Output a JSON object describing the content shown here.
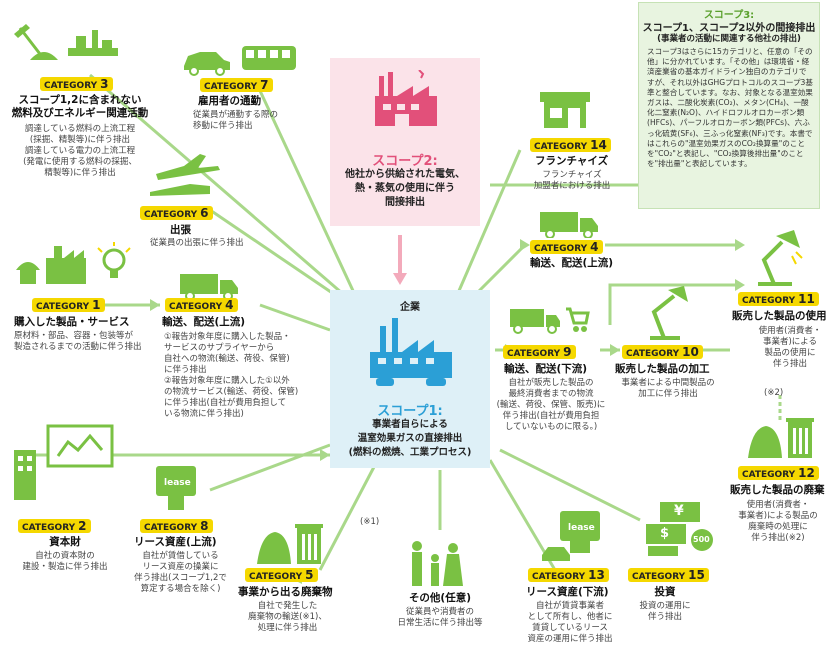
{
  "scope3": {
    "header": "スコープ3:",
    "title": "スコープ1、スコープ2以外の間接排出",
    "subtitle": "(事業者の活動に関連する他社の排出)",
    "body": "スコープ3はさらに15カテゴリと、任意の「その他」に分かれています。「その他」は環境省・経済産業省の基本ガイドライン独自のカテゴリですが、それ以外はGHGプロトコルのスコープ3基準と整合しています。なお、対象となる温室効果ガスは、二酸化炭素(CO₂)、メタン(CH₄)、一酸化二窒素(N₂O)、ハイドロフルオロカーボン類(HFCs)、パーフルオロカーボン類(PFCs)、六ふっ化硫黄(SF₆)、三ふっ化窒素(NF₃)です。本書ではこれらの\"温室効果ガスのCO₂換算量\"のことを\"CO₂\"と表記し、\"CO₂換算後排出量\"のことを\"排出量\"と表記しています。"
  },
  "scope2": {
    "title": "スコープ2:",
    "body": "他社から供給された電気、\n熱・蒸気の使用に伴う\n間接排出"
  },
  "scope1": {
    "company": "企業",
    "title": "スコープ1:",
    "body": "事業者自らによる\n温室効果ガスの直接排出\n(燃料の燃焼、工業プロセス)"
  },
  "category_word": "CATEGORY",
  "categories": [
    {
      "num": "3",
      "title": "スコープ1,2に含まれない\n燃料及びエネルギー関連活動",
      "desc": "調達している燃料の上流工程\n(採掘、精製等)に伴う排出\n調達している電力の上流工程\n(発電に使用する燃料の採掘、\n精製等)に伴う排出"
    },
    {
      "num": "7",
      "title": "雇用者の通勤",
      "desc": "従業員が通勤する際の\n移動に伴う排出"
    },
    {
      "num": "6",
      "title": "出張",
      "desc": "従業員の出張に伴う排出"
    },
    {
      "num": "1",
      "title": "購入した製品・サービス",
      "desc": "原材料・部品、容器・包装等が\n製造されるまでの活動に伴う排出"
    },
    {
      "num": "4",
      "title": "輸送、配送(上流)",
      "desc": "①報告対象年度に購入した製品・\nサービスのサプライヤーから\n自社への物流(輸送、荷役、保管)\nに伴う排出\n②報告対象年度に購入した①以外\nの物流サービス(輸送、荷役、保管)\nに伴う排出(自社が費用負担して\nいる物流に伴う排出)"
    },
    {
      "num": "2",
      "title": "資本財",
      "desc": "自社の資本財の\n建設・製造に伴う排出"
    },
    {
      "num": "8",
      "title": "リース資産(上流)",
      "desc": "自社が賃借している\nリース資産の操業に\n伴う排出(スコープ1,2で\n算定する場合を除く)"
    },
    {
      "num": "5",
      "title": "事業から出る廃棄物",
      "desc": "自社で発生した\n廃棄物の輸送(※1)、\n処理に伴う排出"
    },
    {
      "num": "14",
      "title": "フランチャイズ",
      "desc": "フランチャイズ\n加盟者における排出"
    },
    {
      "num": "4",
      "title": "輸送、配送(上流)",
      "desc": ""
    },
    {
      "num": "9",
      "title": "輸送、配送(下流)",
      "desc": "自社が販売した製品の\n最終消費者までの物流\n(輸送、荷役、保管、販売)に\n伴う排出(自社が費用負担\nしていないものに限る。)"
    },
    {
      "num": "10",
      "title": "販売した製品の加工",
      "desc": "事業者による中間製品の\n加工に伴う排出"
    },
    {
      "num": "11",
      "title": "販売した製品の使用",
      "desc": "使用者(消費者・\n事業者)による\n製品の使用に\n伴う排出"
    },
    {
      "num": "12",
      "title": "販売した製品の廃棄",
      "desc": "使用者(消費者・\n事業者)による製品の\n廃棄時の処理に\n伴う排出(※2)"
    },
    {
      "num": "13",
      "title": "リース資産(下流)",
      "desc": "自社が賃貸事業者\nとして所有し、他者に\n賃貸しているリース\n資産の運用に伴う排出"
    },
    {
      "num": "15",
      "title": "投資",
      "desc": "投資の運用に\n伴う排出"
    }
  ],
  "other": {
    "title": "その他(任意)",
    "desc": "従業員や消費者の\n日常生活に伴う排出等"
  },
  "notes": {
    "note1": "(※1)",
    "note2": "(※2)"
  },
  "icon_labels": {
    "lease": "lease",
    "yen": "¥",
    "dollar": "$",
    "coin": "500"
  },
  "colors": {
    "green": "#7ac143",
    "line": "#a9d88a",
    "yellow": "#f5d800",
    "pink": "#e2507a",
    "blue": "#2b9fd6",
    "gray": "#888888"
  }
}
